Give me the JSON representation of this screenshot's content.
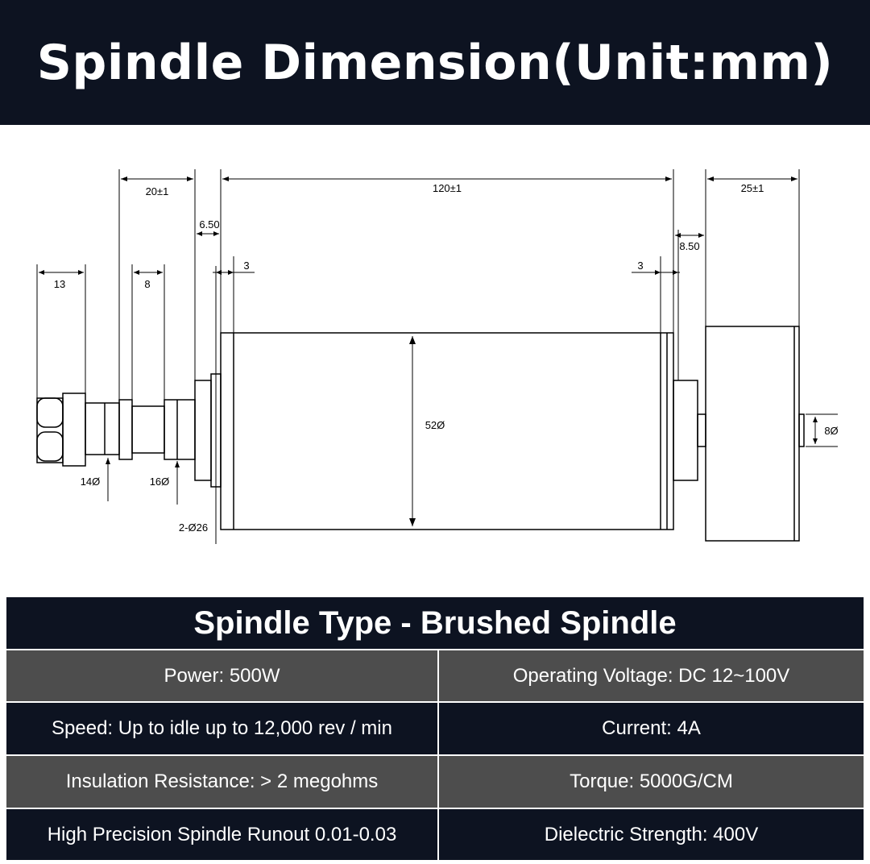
{
  "header": {
    "title": "Spindle Dimension(Unit:mm)"
  },
  "diagram": {
    "dims": {
      "d_20": "20±1",
      "d_120": "120±1",
      "d_25": "25±1",
      "d_650": "6.50",
      "d_850": "8.50",
      "d_13": "13",
      "d_8": "8",
      "d_3_left": "3",
      "d_3_right": "3",
      "d_52": "52Ø",
      "d_14": "14Ø",
      "d_16": "16Ø",
      "d_2x26": "2-Ø26",
      "d_8dia": "8Ø"
    }
  },
  "specs": {
    "title": "Spindle Type - Brushed Spindle",
    "power": "Power: 500W",
    "voltage": "Operating Voltage: DC 12~100V",
    "speed": "Speed: Up to idle up to 12,000 rev / min",
    "current": "Current: 4A",
    "insulation": "Insulation Resistance: > 2 megohms",
    "torque": "Torque: 5000G/CM",
    "runout": "High Precision Spindle Runout 0.01-0.03",
    "dielectric": "Dielectric Strength: 400V"
  },
  "colors": {
    "banner": "#0d1321",
    "row_gray": "#4d4d4d",
    "row_dark": "#0d1321"
  }
}
